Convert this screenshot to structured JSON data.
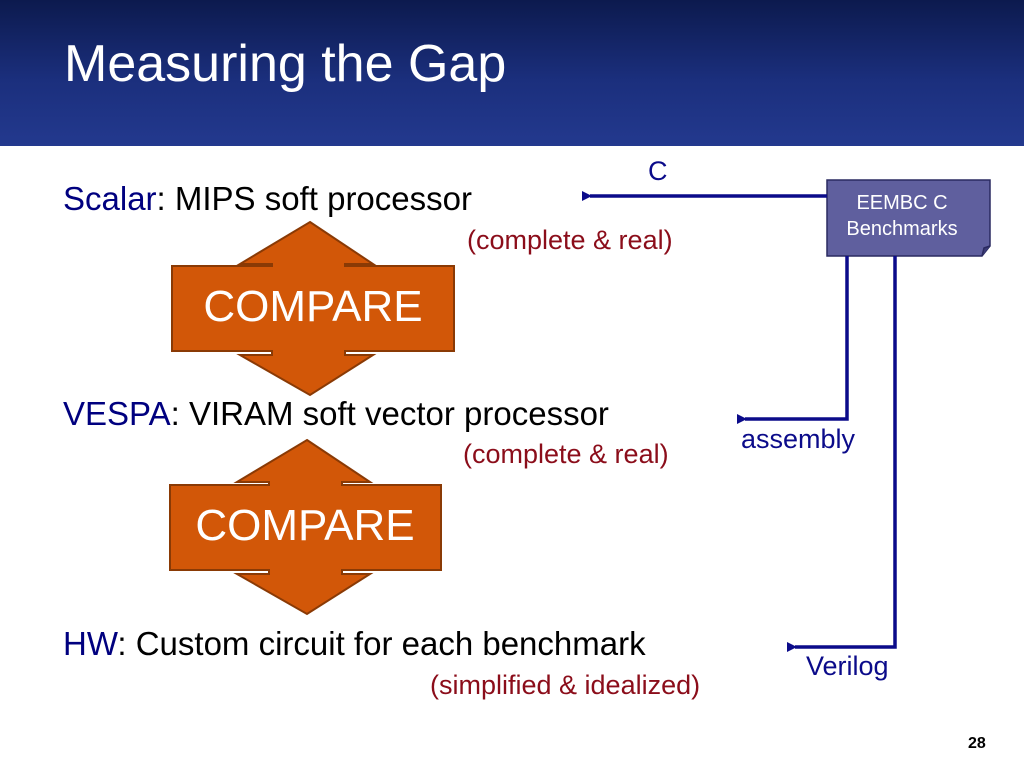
{
  "slide": {
    "title": "Measuring the Gap",
    "page_number": "28"
  },
  "processors": [
    {
      "term": "Scalar",
      "desc": ": MIPS soft processor",
      "note": "(complete & real)"
    },
    {
      "term": "VESPA",
      "desc": ": VIRAM soft vector processor",
      "note": "(complete & real)"
    },
    {
      "term": "HW",
      "desc": ": Custom circuit for each benchmark",
      "note": "(simplified & idealized)"
    }
  ],
  "compare_arrows": [
    {
      "label": "COMPARE"
    },
    {
      "label": "COMPARE"
    }
  ],
  "source": {
    "line1": "EEMBC C",
    "line2": "Benchmarks"
  },
  "edges": [
    {
      "label": "C"
    },
    {
      "label": "assembly"
    },
    {
      "label": "Verilog"
    }
  ],
  "colors": {
    "header": "#1b2f7d",
    "term": "#00007f",
    "note": "#8b0d1a",
    "compare_fill": "#d25708",
    "compare_stroke": "#8a3a05",
    "source_fill": "#5f5f9e",
    "edge": "#0b0b8a"
  }
}
